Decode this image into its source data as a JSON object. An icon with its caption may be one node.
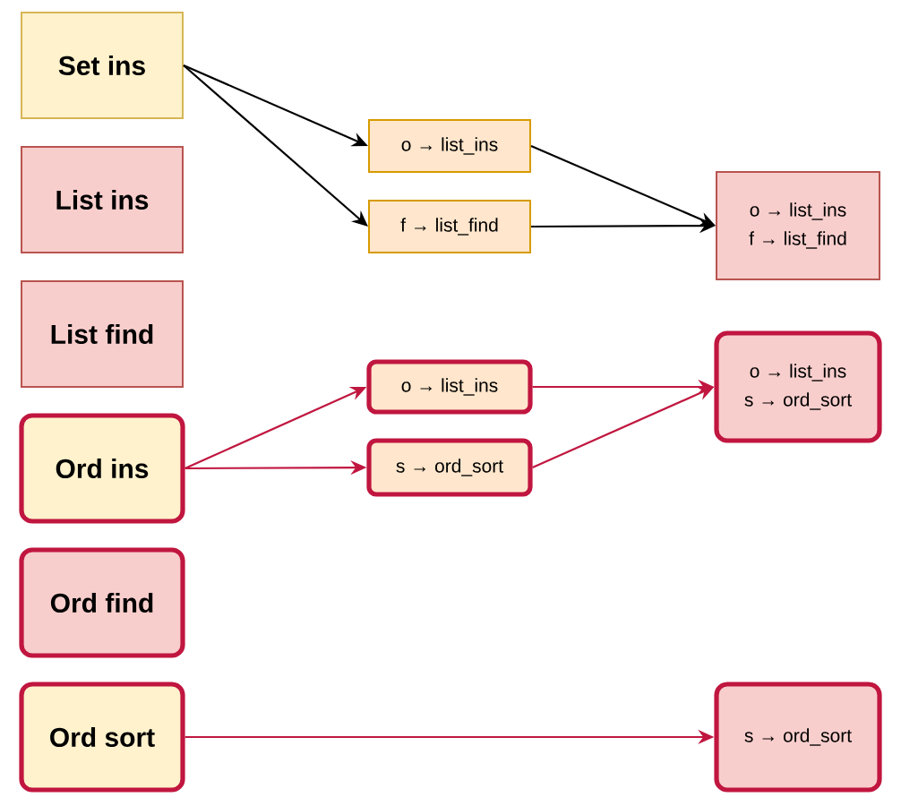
{
  "diagram": {
    "nodes": [
      {
        "text": [
          "Set ins"
        ]
      },
      {
        "text": [
          "List ins"
        ]
      },
      {
        "text": [
          "List find"
        ]
      },
      {
        "text": [
          "Ord ins"
        ]
      },
      {
        "text": [
          "Ord find"
        ]
      },
      {
        "text": [
          "Ord sort"
        ]
      },
      {
        "text": [
          "o → list_ins"
        ]
      },
      {
        "text": [
          "f → list_find"
        ]
      },
      {
        "text": [
          "o → list_ins",
          "f → list_find"
        ]
      },
      {
        "text": [
          "o → list_ins"
        ]
      },
      {
        "text": [
          "s → ord_sort"
        ]
      },
      {
        "text": [
          "o → list_ins",
          "s → ord_sort"
        ]
      },
      {
        "text": [
          "s → ord_sort"
        ]
      }
    ],
    "edges": [
      {
        "from": 0,
        "to": 6,
        "arrow": "to",
        "color": "#000000"
      },
      {
        "from": 0,
        "to": 7,
        "arrow": "to",
        "color": "#000000"
      },
      {
        "from": 6,
        "to": 8,
        "arrow": "to",
        "color": "#000000"
      },
      {
        "from": 7,
        "to": 8,
        "arrow": "to",
        "color": "#000000"
      },
      {
        "from": 3,
        "to": 9,
        "arrow": "to"
      },
      {
        "from": 3,
        "to": 10,
        "arrow": "to"
      },
      {
        "from": 9,
        "to": 11,
        "arrow": "to"
      },
      {
        "from": 10,
        "to": 11,
        "arrow": "to"
      },
      {
        "from": 5,
        "to": 12,
        "arrow": "to"
      }
    ]
  }
}
